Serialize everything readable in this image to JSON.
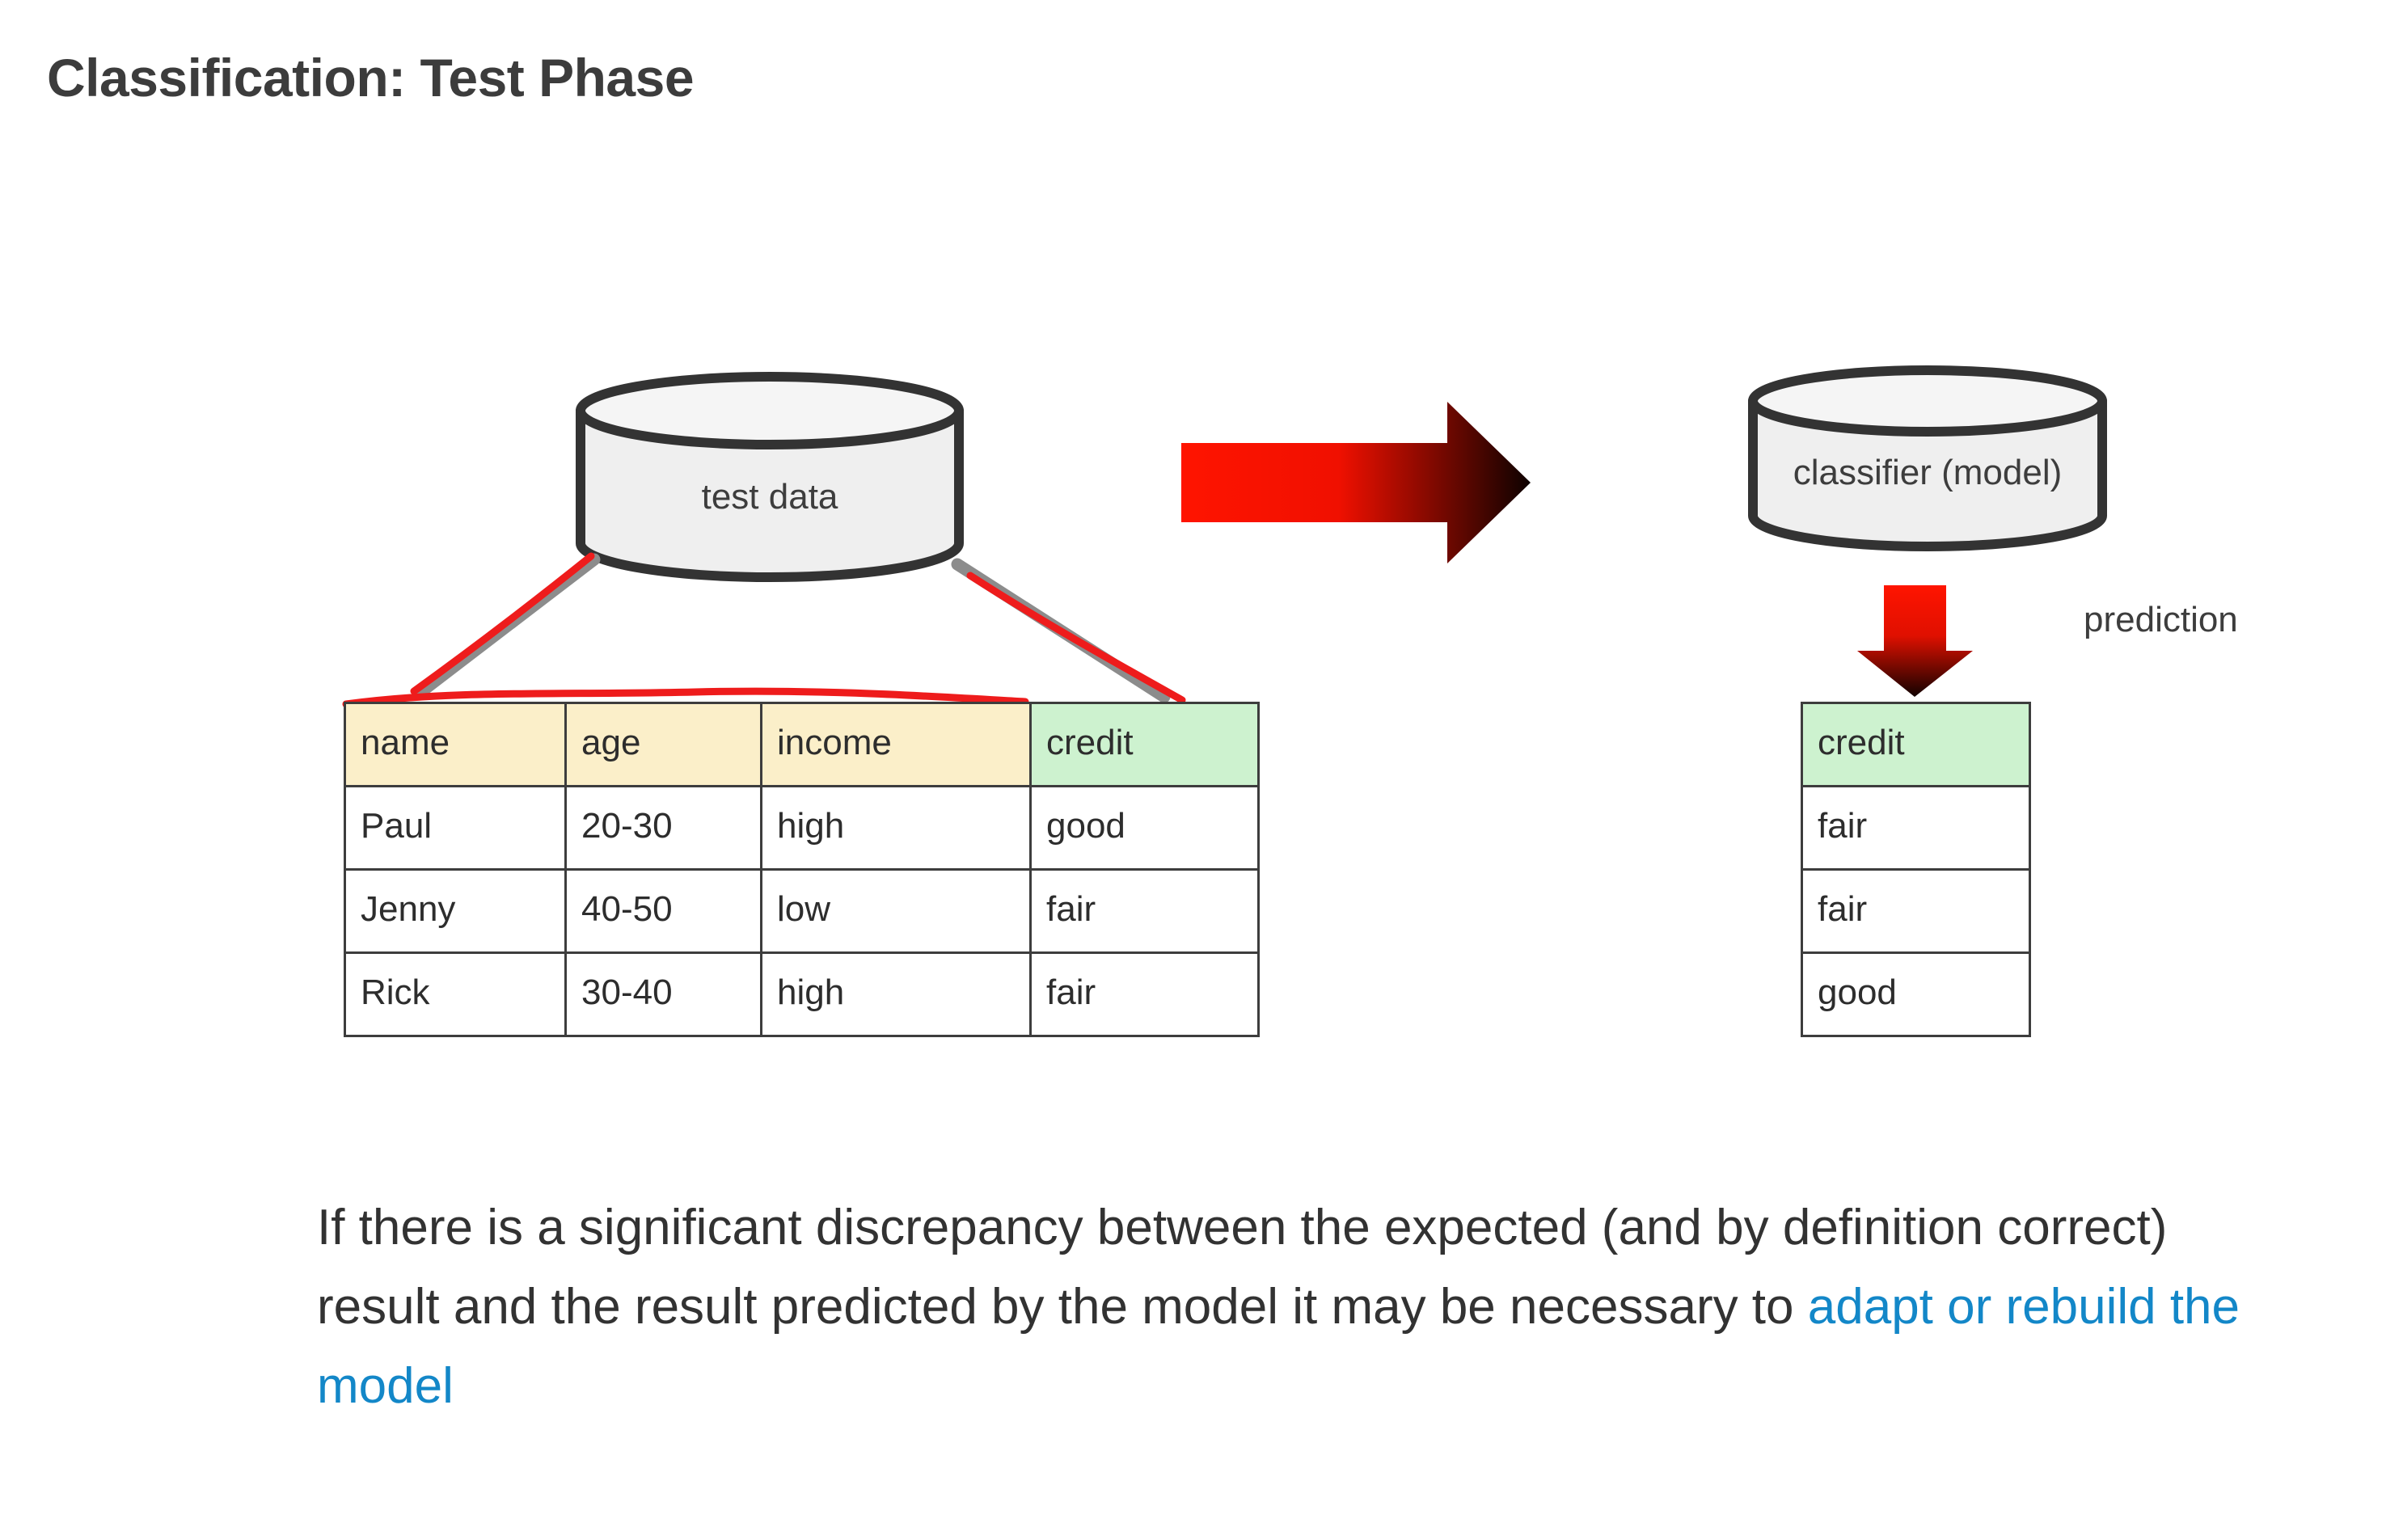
{
  "slide": {
    "title": "Classification: Test Phase",
    "background_color": "#ffffff"
  },
  "diagram": {
    "source_cylinder": {
      "label": "test data",
      "fill_color": "#efefef",
      "stroke_color": "#333333"
    },
    "model_cylinder": {
      "label": "classifier (model)",
      "fill_color": "#efefef",
      "stroke_color": "#333333"
    },
    "main_arrow": {
      "name": "right-arrow",
      "direction": "right",
      "gradient_from": "#ff1400",
      "gradient_to": "#0d0200"
    },
    "prediction_arrow": {
      "name": "down-arrow",
      "direction": "down",
      "label": "prediction",
      "gradient_from": "#ff1400",
      "gradient_to": "#0d0200"
    },
    "connectors": {
      "line_color": "#8c8c8c",
      "annotation_color": "#ee1c1c",
      "annotation_note": "hand-drawn red ink over the two leader lines and along the top edge of the feature columns"
    }
  },
  "test_table": {
    "header_fill_beige": "#fbefc9",
    "header_fill_green": "#cdf2cf",
    "columns": [
      "name",
      "age",
      "income",
      "credit"
    ],
    "rows": [
      [
        "Paul",
        "20-30",
        "high",
        "good"
      ],
      [
        "Jenny",
        "40-50",
        "low",
        "fair"
      ],
      [
        "Rick",
        "30-40",
        "high",
        "fair"
      ]
    ]
  },
  "prediction_table": {
    "header_fill_green": "#cdf2cf",
    "columns": [
      "credit"
    ],
    "rows": [
      [
        "fair"
      ],
      [
        "fair"
      ],
      [
        "good"
      ]
    ]
  },
  "footer_text": {
    "part1": "If there is a significant discrepancy between the expected (and by definition correct) result and the result predicted by the model it may be necessary to ",
    "highlight": "adapt or rebuild the model",
    "highlight_color": "#1387c8"
  }
}
